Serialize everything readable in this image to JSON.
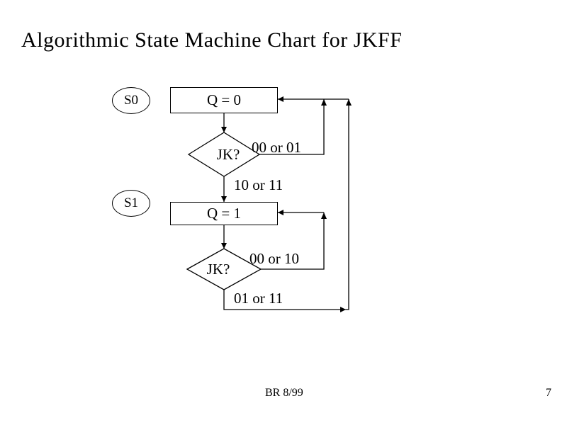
{
  "slide": {
    "title": "Algorithmic State Machine Chart for JKFF",
    "footer": "BR 8/99",
    "page_number": "7"
  },
  "diagram": {
    "s0": {
      "state": "S0",
      "output": "Q = 0"
    },
    "s1": {
      "state": "S1",
      "output": "Q = 1"
    },
    "d1": {
      "label": "JK?",
      "loop_exit_label": "00 or 01",
      "next_exit_label": "10 or 11"
    },
    "d2": {
      "label": "JK?",
      "loop_exit_label": "00 or 10",
      "next_exit_label": "01 or 11"
    }
  }
}
